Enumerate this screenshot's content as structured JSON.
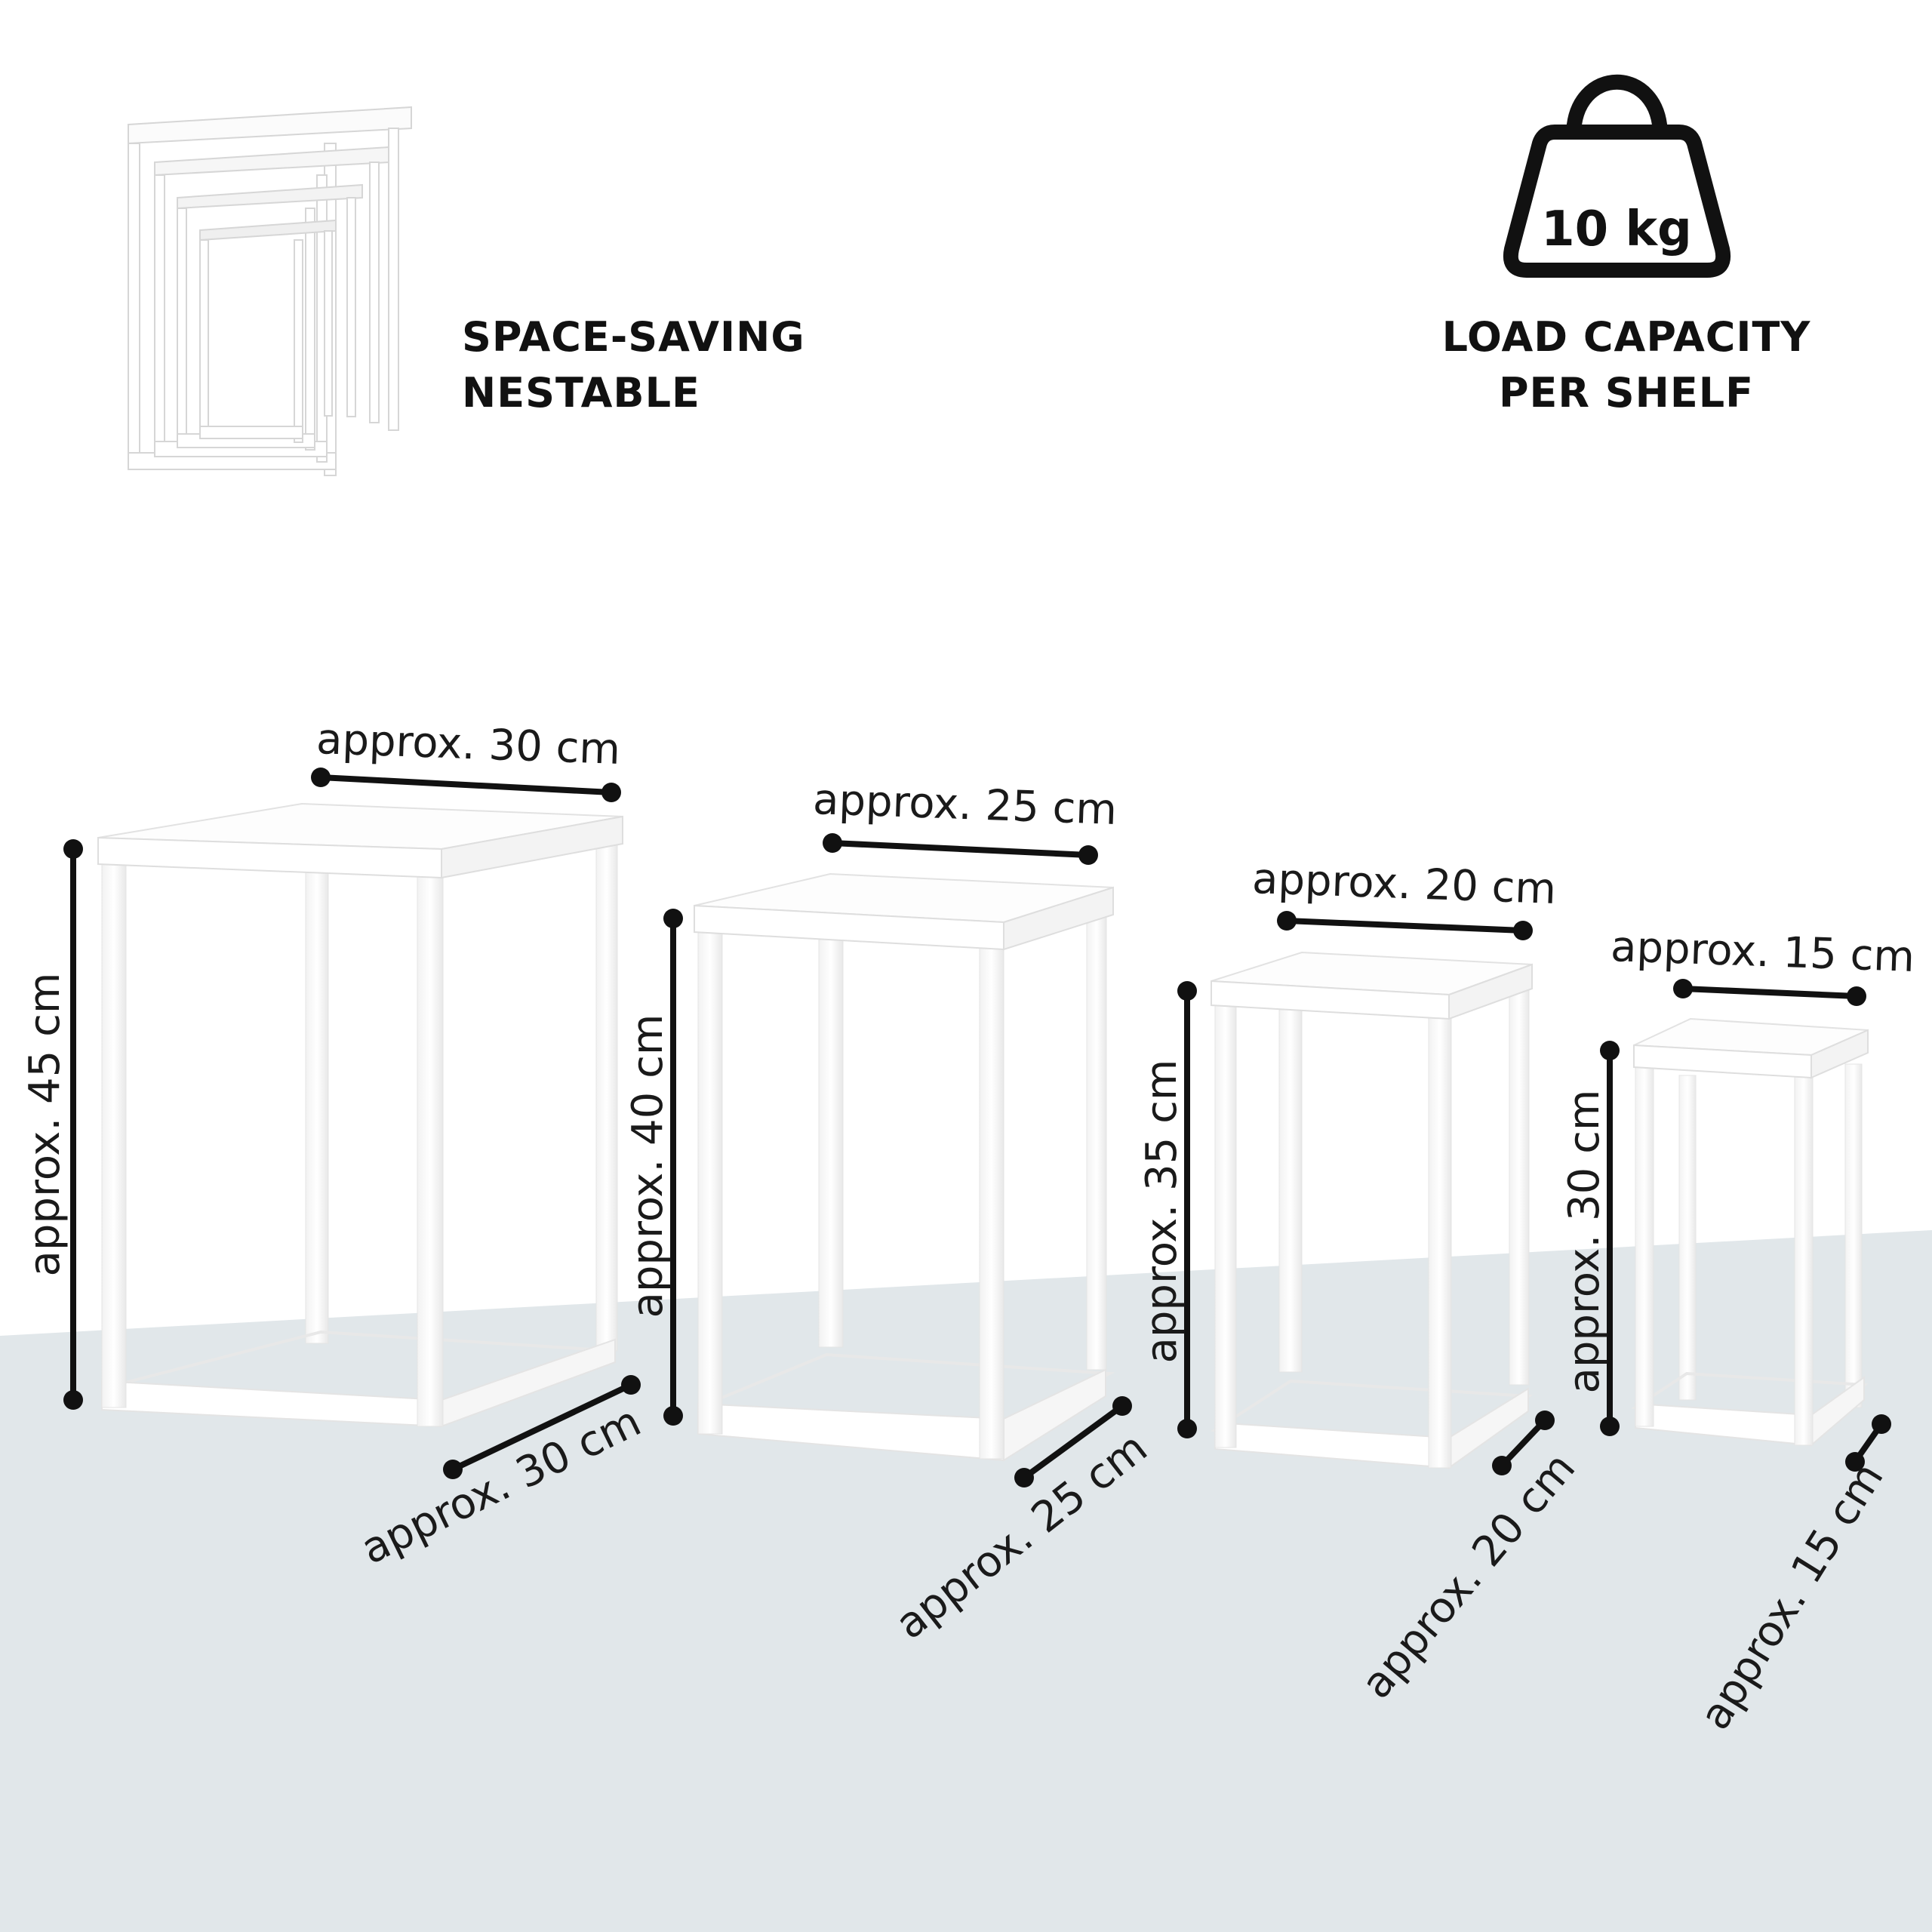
{
  "features": {
    "space_saving": {
      "line1": "SPACE-SAVING",
      "line2": "NESTABLE",
      "icon": "nested-tables-icon"
    },
    "load_capacity": {
      "weight": "10 kg",
      "line1": "LOAD CAPACITY",
      "line2": "PER SHELF",
      "icon": "weight-icon"
    }
  },
  "tables": [
    {
      "width_label": "approx. 30 cm",
      "height_label": "approx. 45 cm",
      "depth_label": "approx. 30 cm"
    },
    {
      "width_label": "approx. 25 cm",
      "height_label": "approx. 40 cm",
      "depth_label": "approx. 25 cm"
    },
    {
      "width_label": "approx. 20 cm",
      "height_label": "approx. 35 cm",
      "depth_label": "approx. 20 cm"
    },
    {
      "width_label": "approx. 15 cm",
      "height_label": "approx. 30 cm",
      "depth_label": "approx. 15 cm"
    }
  ],
  "colors": {
    "floor": "#e1e7ea",
    "table": "#ffffff",
    "line": "#111111"
  }
}
